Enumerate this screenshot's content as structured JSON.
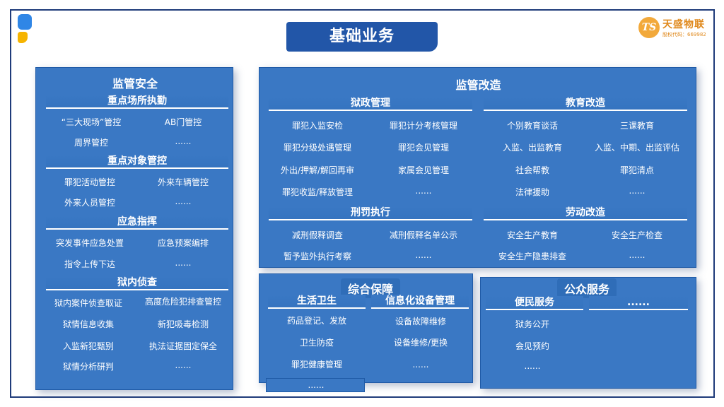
{
  "title": "基础业务",
  "logo": {
    "name": "天盛物联",
    "code": "股权代码：669982",
    "mark": "TS"
  },
  "left": {
    "title": "监管安全",
    "sections": [
      {
        "name": "重点场所执勤",
        "items": [
          "“三大现场”管控",
          "AB门管控",
          "周界管控",
          "......"
        ]
      },
      {
        "name": "重点对象管控",
        "items": [
          "罪犯活动管控",
          "外来车辆管控",
          "外来人员管控",
          "......"
        ]
      },
      {
        "name": "应急指挥",
        "items": [
          "突发事件应急处置",
          "应急预案编排",
          "指令上传下达",
          "......"
        ]
      },
      {
        "name": "狱内侦查",
        "items": [
          "狱内案件侦查取证",
          "高度危险犯排查管控",
          "狱情信息收集",
          "新犯吸毒检测",
          "入监新犯甄别",
          "执法证据固定保全",
          "狱情分析研判",
          "......"
        ]
      }
    ]
  },
  "reform": {
    "title": "监管改造",
    "sections": [
      {
        "name": "狱政管理",
        "items": [
          "罪犯入监安检",
          "罪犯计分考核管理",
          "罪犯分级处遇管理",
          "罪犯会见管理",
          "外出/押解/解回再审",
          "家属会见管理",
          "罪犯收监/释放管理",
          "......"
        ]
      },
      {
        "name": "教育改造",
        "items": [
          "个别教育谈话",
          "三课教育",
          "入监、出监教育",
          "入监、中期、出监评估",
          "社会帮教",
          "罪犯清点",
          "法律援助",
          "......"
        ]
      },
      {
        "name": "刑罚执行",
        "items": [
          "减刑假释调查",
          "减刑假释名单公示",
          "暂予监外执行考察",
          "......"
        ]
      },
      {
        "name": "劳动改造",
        "items": [
          "安全生产教育",
          "安全生产检查",
          "安全生产隐患排查",
          "......"
        ]
      }
    ]
  },
  "support": {
    "title": "综合保障",
    "sections": [
      {
        "name": "生活卫生",
        "items": [
          "药品登记、发放",
          "卫生防疫",
          "罪犯健康管理",
          "......"
        ]
      },
      {
        "name": "信息化设备管理",
        "items": [
          "设备故障维修",
          "设备维修/更换",
          "......"
        ]
      }
    ]
  },
  "public": {
    "title": "公众服务",
    "sections": [
      {
        "name": "便民服务",
        "items": [
          "狱务公开",
          "会见预约",
          "......"
        ]
      },
      {
        "name": "......",
        "items": []
      }
    ]
  },
  "colors": {
    "panel": "#3a78c4",
    "banner": "#2256a8",
    "frame": "#1f3b7a",
    "accent": "#f6b400"
  }
}
